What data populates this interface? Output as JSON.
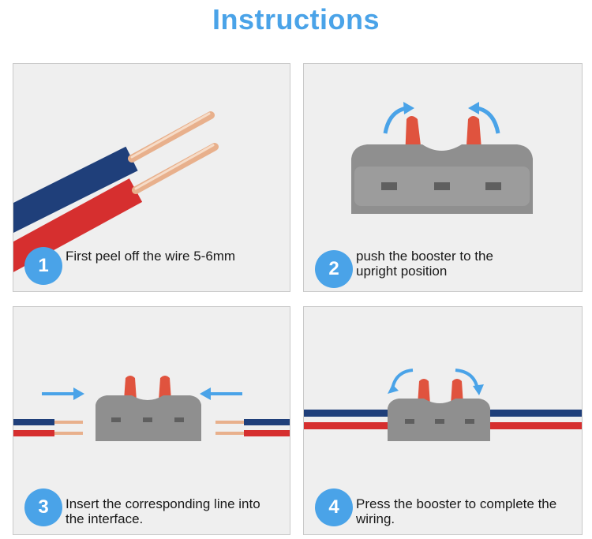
{
  "title": "Instructions",
  "steps": [
    {
      "number": "1",
      "text": "First peel off the wire 5-6mm"
    },
    {
      "number": "2",
      "text": "push the booster to the upright position"
    },
    {
      "number": "3",
      "text": "Insert the corresponding line into the interface."
    },
    {
      "number": "4",
      "text": "Press the booster to complete the wiring."
    }
  ],
  "colors": {
    "accent": "#4aa3e8",
    "wire_blue": "#1f3f7a",
    "wire_red": "#d62f2f",
    "copper": "#e8b08c",
    "connector_gray": "#8f8f8f",
    "lever_orange": "#e0533e"
  }
}
